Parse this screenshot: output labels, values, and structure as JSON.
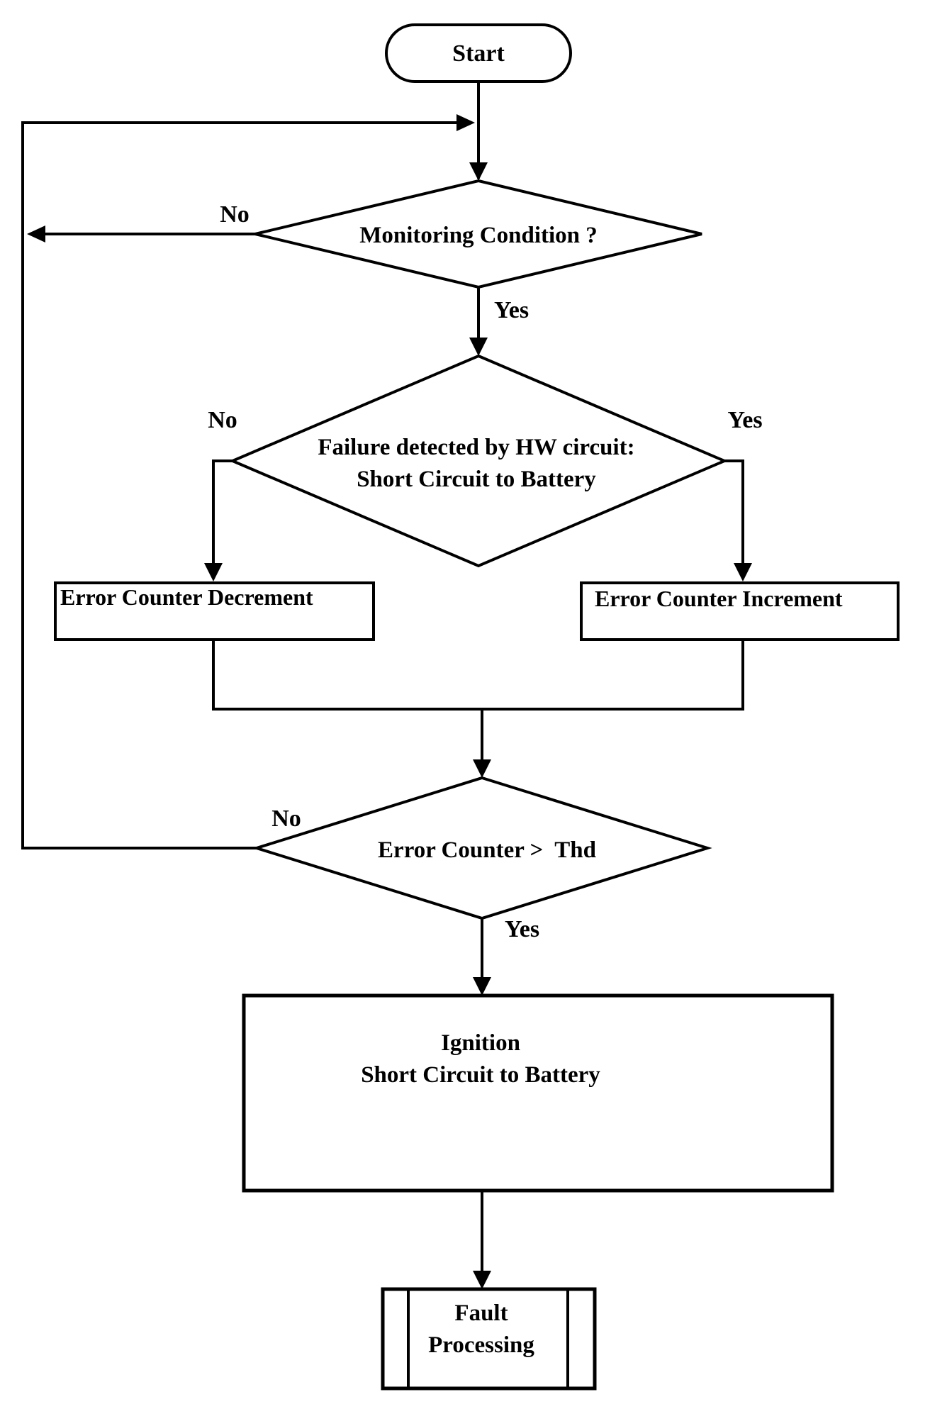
{
  "diagram": {
    "type": "flowchart",
    "colors": {
      "background": "#ffffff",
      "stroke": "#000000",
      "text": "#000000"
    },
    "nodes": {
      "start": {
        "type": "terminator",
        "label": "Start"
      },
      "monitoring_condition": {
        "type": "decision",
        "label": "Monitoring Condition ?"
      },
      "failure_detected": {
        "type": "decision",
        "line1": "Failure detected by HW circuit:",
        "line2": "Short Circuit to Battery"
      },
      "error_counter_decrement": {
        "type": "process",
        "label": "Error Counter Decrement"
      },
      "error_counter_increment": {
        "type": "process",
        "label": "Error Counter Increment"
      },
      "error_counter_threshold": {
        "type": "decision",
        "label": "Error Counter >  Thd"
      },
      "ignition": {
        "type": "process",
        "line1": "Ignition",
        "line2": "Short Circuit to Battery"
      },
      "fault_processing": {
        "type": "predefined-process",
        "line1": "Fault",
        "line2": "Processing"
      }
    },
    "edges": {
      "monitoring_no": {
        "label": "No"
      },
      "monitoring_yes": {
        "label": "Yes"
      },
      "failure_no": {
        "label": "No"
      },
      "failure_yes": {
        "label": "Yes"
      },
      "threshold_no": {
        "label": "No"
      },
      "threshold_yes": {
        "label": "Yes"
      }
    }
  }
}
